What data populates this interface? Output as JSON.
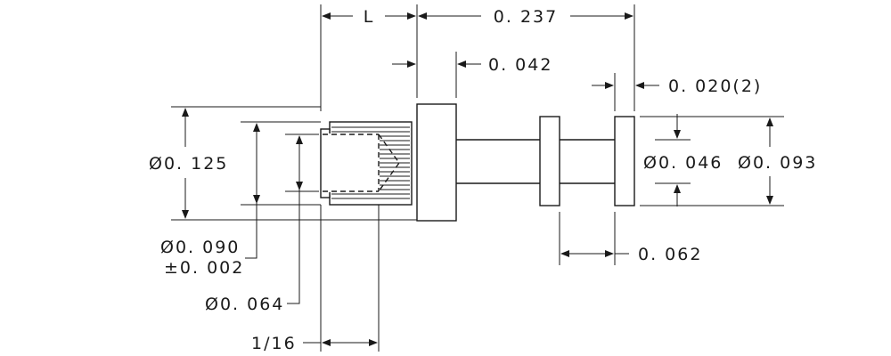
{
  "drawing": {
    "dimensions": {
      "length_L": "L",
      "overall_length": "0. 237",
      "shoulder_width": "0. 042",
      "flange_width": "0. 020(2)",
      "head_diameter": "Ø0. 125",
      "shank_diameter": "Ø0. 046",
      "flange_diameter": "Ø0. 093",
      "knurl_diameter": "Ø0. 090",
      "knurl_tolerance": "±0. 002",
      "bore_diameter": "Ø0. 064",
      "flange_spacing": "0. 062",
      "knurl_length": "1/16"
    }
  }
}
